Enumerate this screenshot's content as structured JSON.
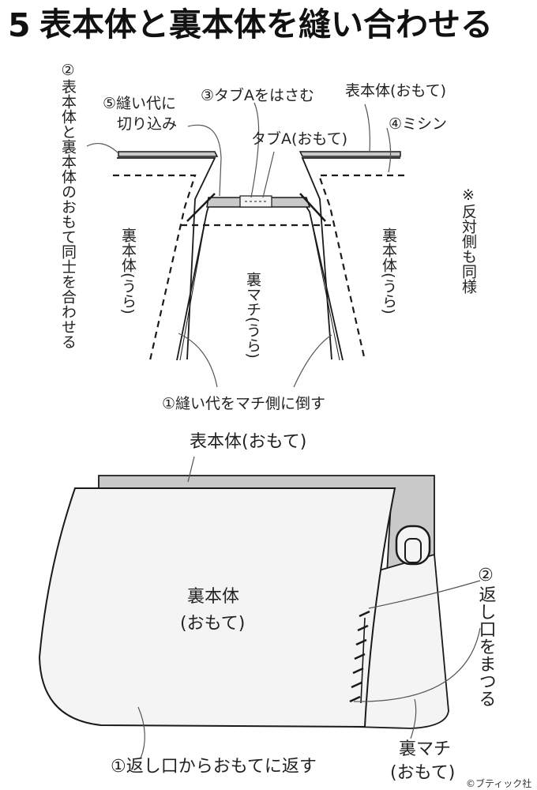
{
  "title": {
    "step_number": "5",
    "text": "表本体と裏本体を縫い合わせる"
  },
  "top_figure": {
    "side_note": "②表本体と裏本体のおもて同士を合わせる",
    "outer_left_label": "裏本体(うら)",
    "outer_right_label": "裏本体(うら)",
    "gusset_label": "裏マチ(うら)",
    "front_body_label": "表本体(おもて)",
    "tab_label": "タブA(おもて)",
    "callout_tab": "③タブAをはさむ",
    "callout_notch_line1": "⑤縫い代に",
    "callout_notch_line2": "切り込み",
    "callout_machine": "④ミシン",
    "callout_seam_allowance": "①縫い代をマチ側に倒す",
    "note_same": "※反対側も同様"
  },
  "bottom_figure": {
    "front_body_label": "表本体(おもて)",
    "lining_label_line1": "裏本体",
    "lining_label_line2": "(おもて)",
    "callout_return_opening": "②返し口をまつる",
    "callout_turn_out": "①返し口からおもてに返す",
    "gusset_label_line1": "裏マチ",
    "gusset_label_line2": "(おもて)"
  },
  "copyright": "©ブティック社",
  "colors": {
    "fabric_gray": "#c9c9c9",
    "fabric_light": "#f4f4f4",
    "line": "#1a1a1a"
  }
}
